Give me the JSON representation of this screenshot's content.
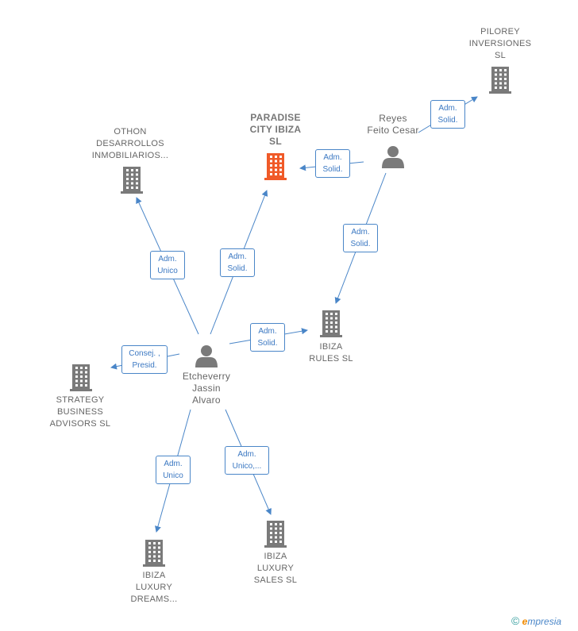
{
  "colors": {
    "edge": "#4a86c8",
    "company_icon": "#7a7a7a",
    "highlight_icon": "#f05a28",
    "person_icon": "#7a7a7a"
  },
  "nodes": [
    {
      "id": "pilorey",
      "type": "company",
      "label": "PILOREY\nINVERSIONES\nSL",
      "icon": "building-icon"
    },
    {
      "id": "paradise",
      "type": "company-highlight",
      "label": "PARADISE\nCITY IBIZA\nSL",
      "icon": "building-icon"
    },
    {
      "id": "othon",
      "type": "company",
      "label": "OTHON\nDESARROLLOS\nINMOBILIARIOS...",
      "icon": "building-icon"
    },
    {
      "id": "reyes",
      "type": "person",
      "label": "Reyes\nFeito Cesar",
      "icon": "person-icon"
    },
    {
      "id": "ibiza_rules",
      "type": "company",
      "label": "IBIZA\nRULES  SL",
      "icon": "building-icon"
    },
    {
      "id": "etcheverry",
      "type": "person",
      "label": "Etcheverry\nJassin\nAlvaro",
      "icon": "person-icon"
    },
    {
      "id": "strategy",
      "type": "company",
      "label": "STRATEGY\nBUSINESS\nADVISORS SL",
      "icon": "building-icon"
    },
    {
      "id": "ibiza_dreams",
      "type": "company",
      "label": "IBIZA\nLUXURY\nDREAMS...",
      "icon": "building-icon"
    },
    {
      "id": "ibiza_sales",
      "type": "company",
      "label": "IBIZA\nLUXURY\nSALES  SL",
      "icon": "building-icon"
    }
  ],
  "edges": [
    {
      "from": "reyes",
      "to": "pilorey",
      "label": "Adm.\nSolid."
    },
    {
      "from": "reyes",
      "to": "paradise",
      "label": "Adm.\nSolid."
    },
    {
      "from": "reyes",
      "to": "ibiza_rules",
      "label": "Adm.\nSolid."
    },
    {
      "from": "etcheverry",
      "to": "othon",
      "label": "Adm.\nUnico"
    },
    {
      "from": "etcheverry",
      "to": "paradise",
      "label": "Adm.\nSolid."
    },
    {
      "from": "etcheverry",
      "to": "ibiza_rules",
      "label": "Adm.\nSolid."
    },
    {
      "from": "etcheverry",
      "to": "strategy",
      "label": "Consej. ,\nPresid."
    },
    {
      "from": "etcheverry",
      "to": "ibiza_dreams",
      "label": "Adm.\nUnico"
    },
    {
      "from": "etcheverry",
      "to": "ibiza_sales",
      "label": "Adm.\nUnico,..."
    }
  ],
  "footer": {
    "copyright_symbol": "©",
    "brand_initial": "e",
    "brand_rest": "mpresia"
  }
}
